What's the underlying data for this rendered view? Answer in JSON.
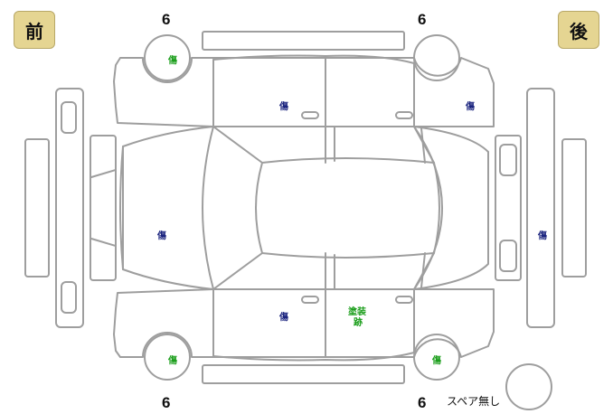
{
  "labels": {
    "front": "前",
    "rear": "後",
    "spare": "スペア無し"
  },
  "tire_values": {
    "front_left": "6",
    "rear_left": "6",
    "front_right": "6",
    "rear_right": "6"
  },
  "damage_marks": {
    "front_left_wheel": "傷",
    "front_right_wheel": "傷",
    "rear_right_wheel": "傷",
    "left_front_door": "傷",
    "right_front_door": "傷",
    "rear_left_quarter": "傷",
    "hood": "傷",
    "trunk": "傷",
    "right_rear_door_line1": "塗装",
    "right_rear_door_line2": "跡"
  },
  "colors": {
    "outline": "#9e9e9e",
    "badge": "#e5d592",
    "mark_blue": "#1a237e",
    "mark_green": "#1b9e1b"
  }
}
